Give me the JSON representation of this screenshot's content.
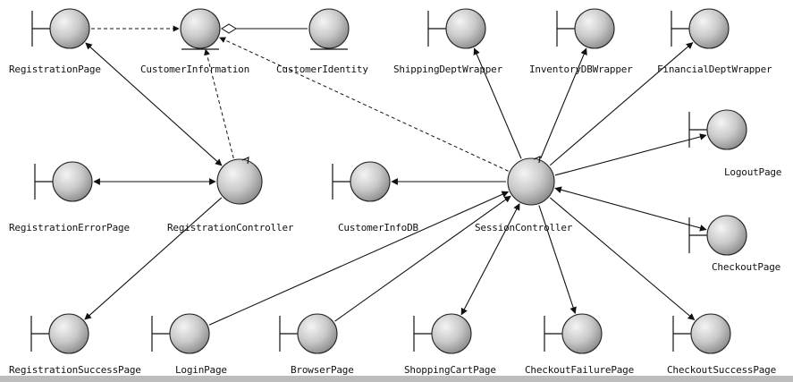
{
  "colors": {
    "sphere_light": "#f4f4f4",
    "sphere_dark": "#8d8d8d",
    "line": "#111111",
    "footer": "#bdbdbd"
  },
  "diagram": {
    "nodes": [
      {
        "id": "registration-page",
        "kind": "boundary",
        "label": "RegistrationPage"
      },
      {
        "id": "customer-information",
        "kind": "entity",
        "label": "CustomerInformation"
      },
      {
        "id": "customer-identity",
        "kind": "entity",
        "label": "CustomerIdentity"
      },
      {
        "id": "shipping-dept-wrapper",
        "kind": "boundary",
        "label": "ShippingDeptWrapper"
      },
      {
        "id": "inventory-db-wrapper",
        "kind": "boundary",
        "label": "InventoryDBWrapper"
      },
      {
        "id": "financial-dept-wrapper",
        "kind": "boundary",
        "label": "FinancialDeptWrapper"
      },
      {
        "id": "registration-error-page",
        "kind": "boundary",
        "label": "RegistrationErrorPage"
      },
      {
        "id": "registration-controller",
        "kind": "control",
        "label": "RegistrationController"
      },
      {
        "id": "customer-info-db",
        "kind": "boundary",
        "label": "CustomerInfoDB"
      },
      {
        "id": "session-controller",
        "kind": "control",
        "label": "SessionController"
      },
      {
        "id": "logout-page",
        "kind": "boundary",
        "label": "LogoutPage"
      },
      {
        "id": "checkout-page",
        "kind": "boundary",
        "label": "CheckoutPage"
      },
      {
        "id": "registration-success-page",
        "kind": "boundary",
        "label": "RegistrationSuccessPage"
      },
      {
        "id": "login-page",
        "kind": "boundary",
        "label": "LoginPage"
      },
      {
        "id": "browser-page",
        "kind": "boundary",
        "label": "BrowserPage"
      },
      {
        "id": "shopping-cart-page",
        "kind": "boundary",
        "label": "ShoppingCartPage"
      },
      {
        "id": "checkout-failure-page",
        "kind": "boundary",
        "label": "CheckoutFailurePage"
      },
      {
        "id": "checkout-success-page",
        "kind": "boundary",
        "label": "CheckoutSuccessPage"
      }
    ],
    "edges": [
      {
        "from": "registration-page",
        "to": "customer-information",
        "style": "dashed",
        "arrow": "end"
      },
      {
        "from": "customer-information",
        "to": "customer-identity",
        "style": "aggregation",
        "arrow": "none"
      },
      {
        "from": "registration-page",
        "to": "registration-controller",
        "style": "solid",
        "arrow": "both"
      },
      {
        "from": "registration-controller",
        "to": "customer-information",
        "style": "dashed",
        "arrow": "end"
      },
      {
        "from": "registration-error-page",
        "to": "registration-controller",
        "style": "solid",
        "arrow": "both"
      },
      {
        "from": "registration-controller",
        "to": "registration-success-page",
        "style": "solid",
        "arrow": "end"
      },
      {
        "from": "session-controller",
        "to": "customer-information",
        "style": "dashed",
        "arrow": "end"
      },
      {
        "from": "session-controller",
        "to": "shipping-dept-wrapper",
        "style": "solid",
        "arrow": "end"
      },
      {
        "from": "session-controller",
        "to": "inventory-db-wrapper",
        "style": "solid",
        "arrow": "end"
      },
      {
        "from": "session-controller",
        "to": "financial-dept-wrapper",
        "style": "solid",
        "arrow": "end"
      },
      {
        "from": "session-controller",
        "to": "logout-page",
        "style": "solid",
        "arrow": "end"
      },
      {
        "from": "session-controller",
        "to": "checkout-page",
        "style": "solid",
        "arrow": "both"
      },
      {
        "from": "session-controller",
        "to": "customer-info-db",
        "style": "solid",
        "arrow": "end"
      },
      {
        "from": "login-page",
        "to": "session-controller",
        "style": "solid",
        "arrow": "end"
      },
      {
        "from": "browser-page",
        "to": "session-controller",
        "style": "solid",
        "arrow": "end"
      },
      {
        "from": "session-controller",
        "to": "shopping-cart-page",
        "style": "solid",
        "arrow": "both"
      },
      {
        "from": "session-controller",
        "to": "checkout-failure-page",
        "style": "solid",
        "arrow": "end"
      },
      {
        "from": "session-controller",
        "to": "checkout-success-page",
        "style": "solid",
        "arrow": "end"
      }
    ]
  }
}
